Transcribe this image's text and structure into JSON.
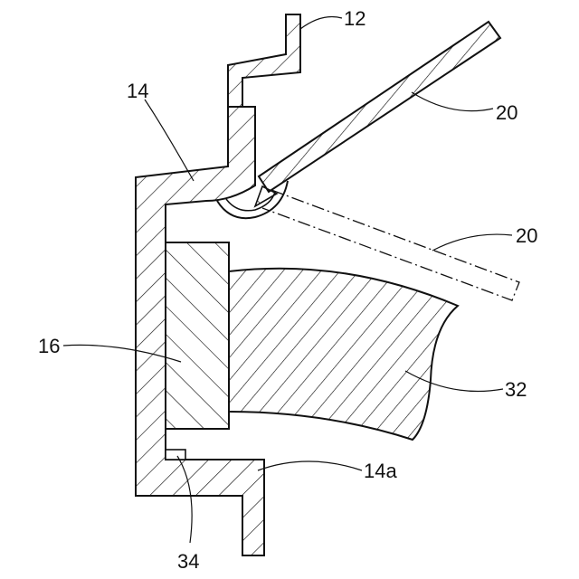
{
  "figure": {
    "labels": {
      "ref_12": "12",
      "ref_14": "14",
      "ref_20_closed": "20",
      "ref_20_open": "20",
      "ref_16": "16",
      "ref_32": "32",
      "ref_14a": "14a",
      "ref_34": "34"
    }
  }
}
